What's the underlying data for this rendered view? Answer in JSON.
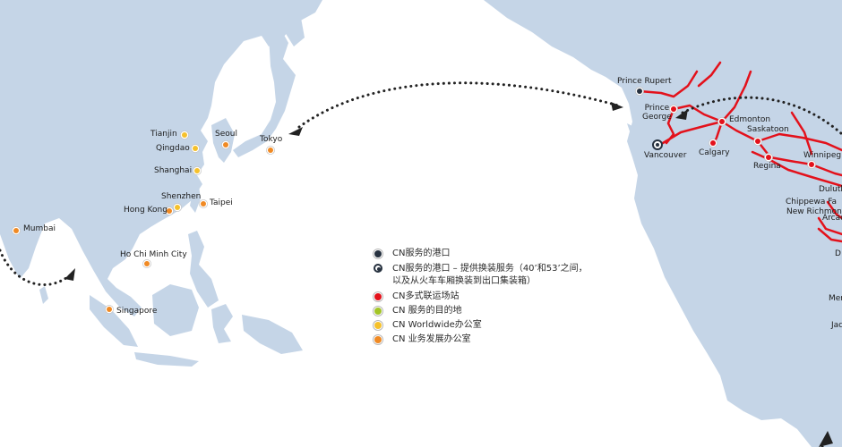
{
  "colors": {
    "ocean": "#ffffff",
    "land": "#c5d5e7",
    "rail": "#e3111b",
    "port": "#26313f",
    "intermodal": "#e3111b",
    "destination": "#a3c527",
    "worldwide_office": "#f5c12c",
    "business_office": "#f08a24",
    "route": "#222222"
  },
  "legend": {
    "items": [
      {
        "key": "port",
        "label": "CN服务的港口"
      },
      {
        "key": "transload_port",
        "label": "CN服务的港口 – 提供换装服务（40’和53’之间，",
        "label_line2": "以及从火车车厢换装到出口集装箱）"
      },
      {
        "key": "intermodal",
        "label": "CN多式联运场站"
      },
      {
        "key": "destination",
        "label": "CN 服务的目的地"
      },
      {
        "key": "worldwide_office",
        "label": "CN Worldwide办公室"
      },
      {
        "key": "business_office",
        "label": "CN 业务发展办公室"
      }
    ]
  },
  "cities": {
    "asia": [
      {
        "name": "Tianjin",
        "type": "worldwide_office"
      },
      {
        "name": "Qingdao",
        "type": "worldwide_office"
      },
      {
        "name": "Shanghai",
        "type": "worldwide_office"
      },
      {
        "name": "Shenzhen",
        "type": "worldwide_office"
      },
      {
        "name": "Seoul",
        "type": "business_office"
      },
      {
        "name": "Tokyo",
        "type": "business_office"
      },
      {
        "name": "Hong Kong",
        "type": "business_office"
      },
      {
        "name": "Taipei",
        "type": "business_office"
      },
      {
        "name": "Mumbai",
        "type": "business_office"
      },
      {
        "name": "Ho Chi Minh City",
        "type": "business_office"
      },
      {
        "name": "Singapore",
        "type": "business_office"
      }
    ],
    "north_america": [
      {
        "name": "Prince Rupert",
        "type": "port"
      },
      {
        "name": "Prince",
        "name_line2": "George",
        "type": "intermodal"
      },
      {
        "name": "Vancouver",
        "type": "transload_port"
      },
      {
        "name": "Edmonton",
        "type": "intermodal"
      },
      {
        "name": "Calgary",
        "type": "intermodal"
      },
      {
        "name": "Saskatoon",
        "type": "intermodal"
      },
      {
        "name": "Regina",
        "type": "intermodal"
      },
      {
        "name": "Winnipeg",
        "type": "intermodal"
      },
      {
        "name": "Duluth",
        "type": "destination"
      },
      {
        "name": "Chippewa Fa",
        "type": "destination"
      },
      {
        "name": "New Richmond",
        "type": "destination"
      },
      {
        "name": "Arcad",
        "type": "destination"
      },
      {
        "name": "D",
        "type": "destination"
      },
      {
        "name": "Mem",
        "type": "destination"
      },
      {
        "name": "Jac",
        "type": "destination"
      }
    ]
  }
}
